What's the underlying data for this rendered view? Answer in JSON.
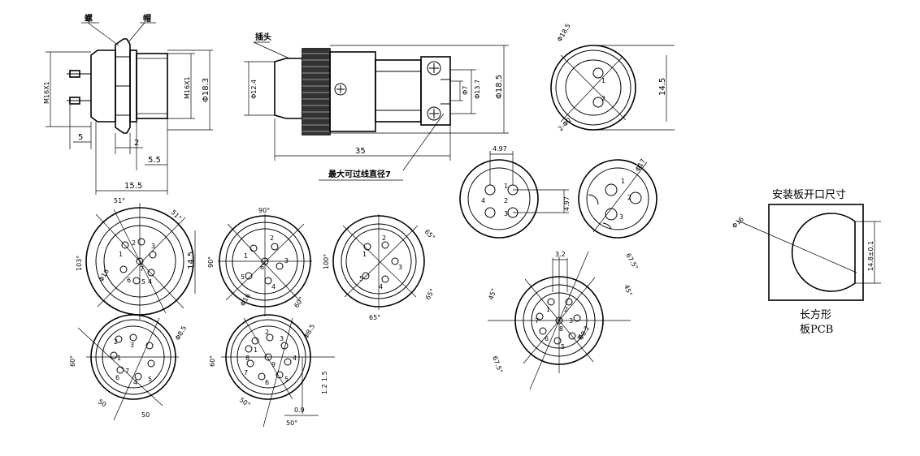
{
  "side_view": {
    "callout_left": "螺",
    "callout_right": "帽",
    "thread_1": "M16X1",
    "thread_2": "M16X1",
    "dia": "Φ18.3",
    "dim_5": "5",
    "dim_2": "2",
    "dim_5_5": "5.5",
    "dim_15_5": "15.5"
  },
  "plug_view": {
    "callout": "插头",
    "dia_12_4": "Φ12.4",
    "dia_7": "Φ7",
    "dia_13_7": "Φ13.7",
    "dia_18_5": "Φ18.5",
    "length_35": "35",
    "max_wire_note": "最大可过线直径7"
  },
  "face_views": {
    "top_right": {
      "dia": "Φ18.5",
      "dim_14_5": "14.5",
      "pin_dim": "2-Φ2",
      "pin_1": "1",
      "pin_2": "2"
    },
    "four_pin": {
      "dim_4_97_h": "4.97",
      "dim_4_97_v": "4.97",
      "pins": [
        "1",
        "2",
        "3",
        "4"
      ]
    },
    "three_pin": {
      "dia": "Φ17",
      "pins": [
        "1",
        "2",
        "3"
      ]
    },
    "seven_pin": {
      "ang_top_l": "51°",
      "ang_top_r": "51°",
      "ang_left": "103°",
      "dim_14_5": "14.5",
      "dia": "Φ16",
      "pins": [
        "1",
        "2",
        "3",
        "4",
        "5",
        "6",
        "7"
      ]
    },
    "six_pin": {
      "ang_top": "90°",
      "ang_left": "90°",
      "ang_bot": "60°",
      "dia": "Φ16",
      "pins": [
        "1",
        "2",
        "3",
        "4",
        "5",
        "6"
      ]
    },
    "five_pin": {
      "ang_tr": "65°",
      "ang_right": "65°",
      "ang_left": "100°",
      "ang_bot": "65°",
      "pins": [
        "1",
        "2",
        "3",
        "4",
        "5"
      ]
    },
    "eight_pin": {
      "dim_3_2": "3.2",
      "ang_l1": "45°",
      "ang_r1": "45°",
      "ang_r2": "67.5°",
      "ang_l2": "67.5°",
      "dia": "Φ8.2",
      "pins": [
        "1",
        "2",
        "3",
        "4",
        "5",
        "6",
        "7",
        "8"
      ]
    },
    "seven_pin_b": {
      "ang_left": "60°",
      "ang_b1": "50",
      "ang_b2": "50",
      "dia": "Φ8.5",
      "pins": [
        "1",
        "2",
        "3",
        "4",
        "5",
        "6",
        "7"
      ]
    },
    "nine_pin": {
      "ang_left": "60°",
      "ang_b1": "50°",
      "ang_b2": "50°",
      "dia": "Φ8.5",
      "dim_0_9": "0.9",
      "dim_1_5": "1.5",
      "dim_1_2": "1.2",
      "pins": [
        "1",
        "2",
        "3",
        "4",
        "5",
        "6",
        "7",
        "8",
        "9"
      ]
    }
  },
  "panel_cutout": {
    "title": "安装板开口尺寸",
    "dia": "Φ16",
    "dim": "14.8±0.1",
    "caption_1": "长方形",
    "caption_2": "板PCB"
  }
}
